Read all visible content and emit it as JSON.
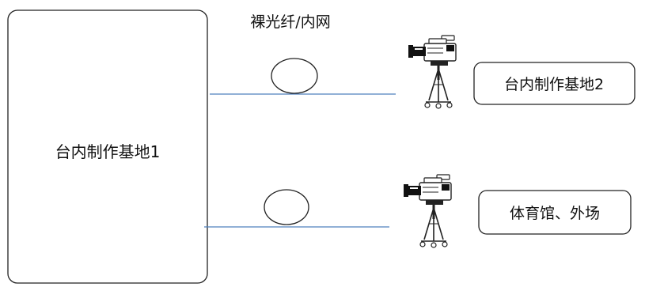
{
  "diagram": {
    "main_site_label": "台内制作基地1",
    "link_label": "裸光纤/内网",
    "remote_site_label": "台内制作基地2",
    "venue_label": "体育馆、外场",
    "camera_icon": "tripod-camera-icon",
    "fiber_coil_icon": "fiber-coil-icon",
    "colors": {
      "line": "#4f81bd",
      "outline": "#222222",
      "text": "#111111"
    }
  }
}
